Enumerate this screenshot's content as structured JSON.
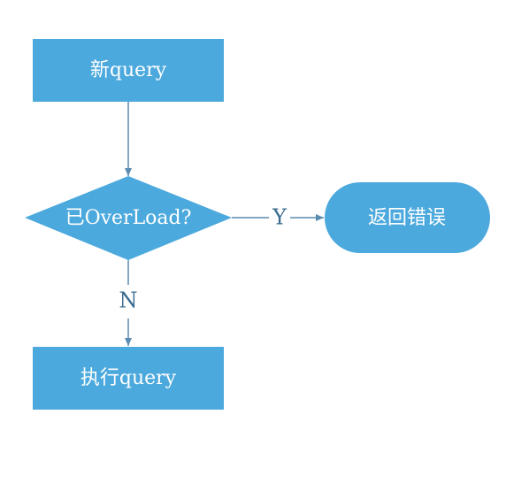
{
  "nodes": {
    "new_query": "新query",
    "overload_check": "已OverLoad?",
    "return_error": "返回错误",
    "execute_query": "执行query"
  },
  "edges": {
    "yes_label": "Y",
    "no_label": "N"
  },
  "colors": {
    "node_fill": "#4ca9dd",
    "arrow": "#5a8bb0"
  }
}
